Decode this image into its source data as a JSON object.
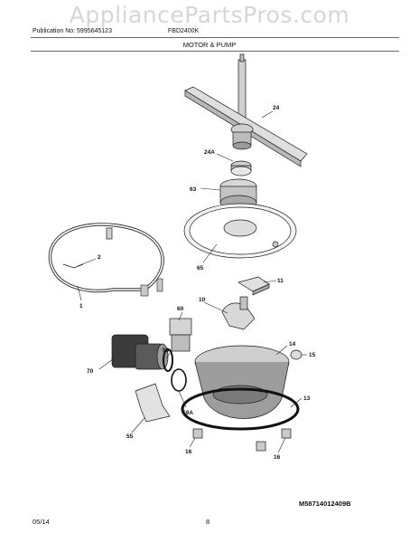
{
  "watermark": "AppliancePartsPros.com",
  "header": {
    "publication": "Publication No: 5995645123",
    "model": "FBD2400K",
    "section_title": "MOTOR & PUMP"
  },
  "figure_number": "M58714012409B",
  "footer": {
    "date": "05/14",
    "page": "8"
  },
  "callouts": {
    "c24": "24",
    "c24a": "24A",
    "c63": "63",
    "c65": "65",
    "c11": "11",
    "c2": "2",
    "c1": "1",
    "c10": "10",
    "c60": "60",
    "c59": "59",
    "c70": "70",
    "c14": "14",
    "c15": "15",
    "c13": "13",
    "c59a": "59A",
    "c55": "55",
    "c16a": "16",
    "c16b": "16"
  }
}
